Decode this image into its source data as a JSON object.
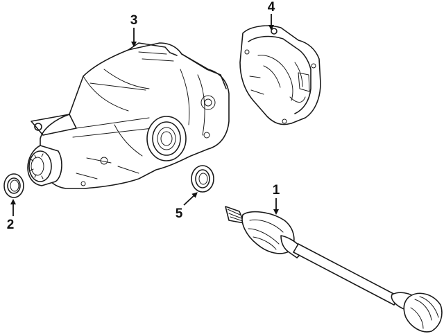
{
  "callouts": [
    {
      "id": 1,
      "label": "1",
      "part": "drive-axle-shaft"
    },
    {
      "id": 2,
      "label": "2",
      "part": "pinion-seal"
    },
    {
      "id": 3,
      "label": "3",
      "part": "differential-assembly"
    },
    {
      "id": 4,
      "label": "4",
      "part": "differential-cover"
    },
    {
      "id": 5,
      "label": "5",
      "part": "axle-seal"
    }
  ],
  "colors": {
    "line": "#1a1a1a",
    "background": "#ffffff"
  }
}
